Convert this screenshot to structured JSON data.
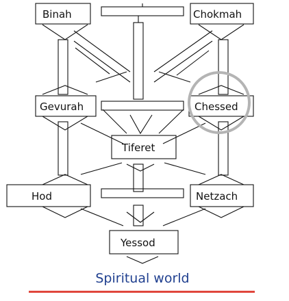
{
  "diagram": {
    "nodes": {
      "binah": "Binah",
      "chokmah": "Chokmah",
      "gevurah": "Gevurah",
      "chessed": "Chessed",
      "tiferet": "Tiferet",
      "hod": "Hod",
      "netzach": "Netzach",
      "yessod": "Yessod"
    },
    "caption": "Spiritual world",
    "highlighted_node": "Chessed"
  },
  "colors": {
    "stroke": "#111111",
    "highlight_ring": "#b4b4b4",
    "caption_text": "#1f3f8f",
    "underline": "#e0463c"
  }
}
